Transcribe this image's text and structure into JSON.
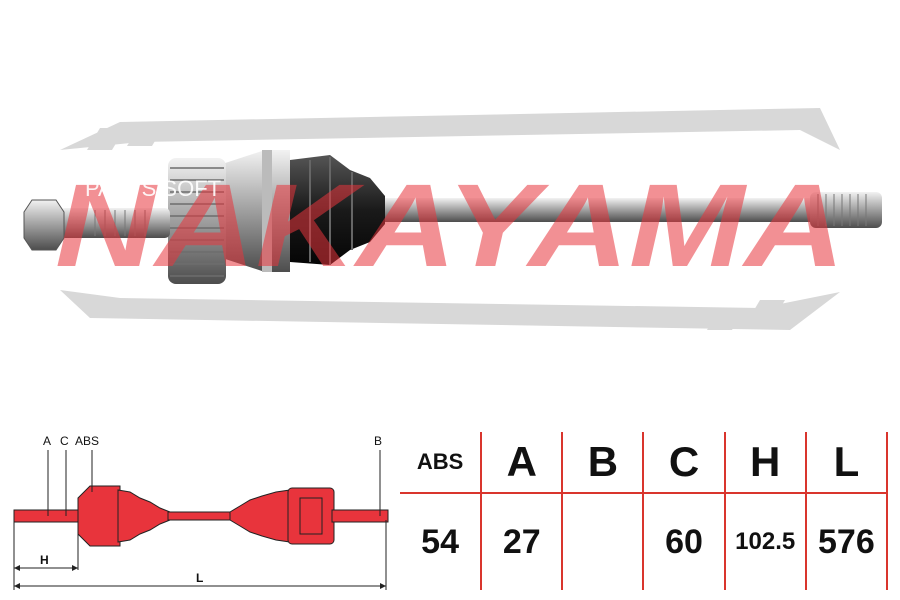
{
  "watermark": {
    "brand": "NAKAYAMA",
    "overlay": "PARTS SOFT",
    "brand_color": "#e8343c"
  },
  "diagram": {
    "labels": {
      "a": "A",
      "c": "C",
      "abs": "ABS",
      "b": "B",
      "h": "H",
      "l": "L"
    },
    "part_color": "#e8343c"
  },
  "specs": {
    "headers": [
      "ABS",
      "A",
      "B",
      "C",
      "H",
      "L"
    ],
    "values": [
      "54",
      "27",
      "",
      "60",
      "102.5",
      "576"
    ],
    "border_color": "#d9352d"
  }
}
